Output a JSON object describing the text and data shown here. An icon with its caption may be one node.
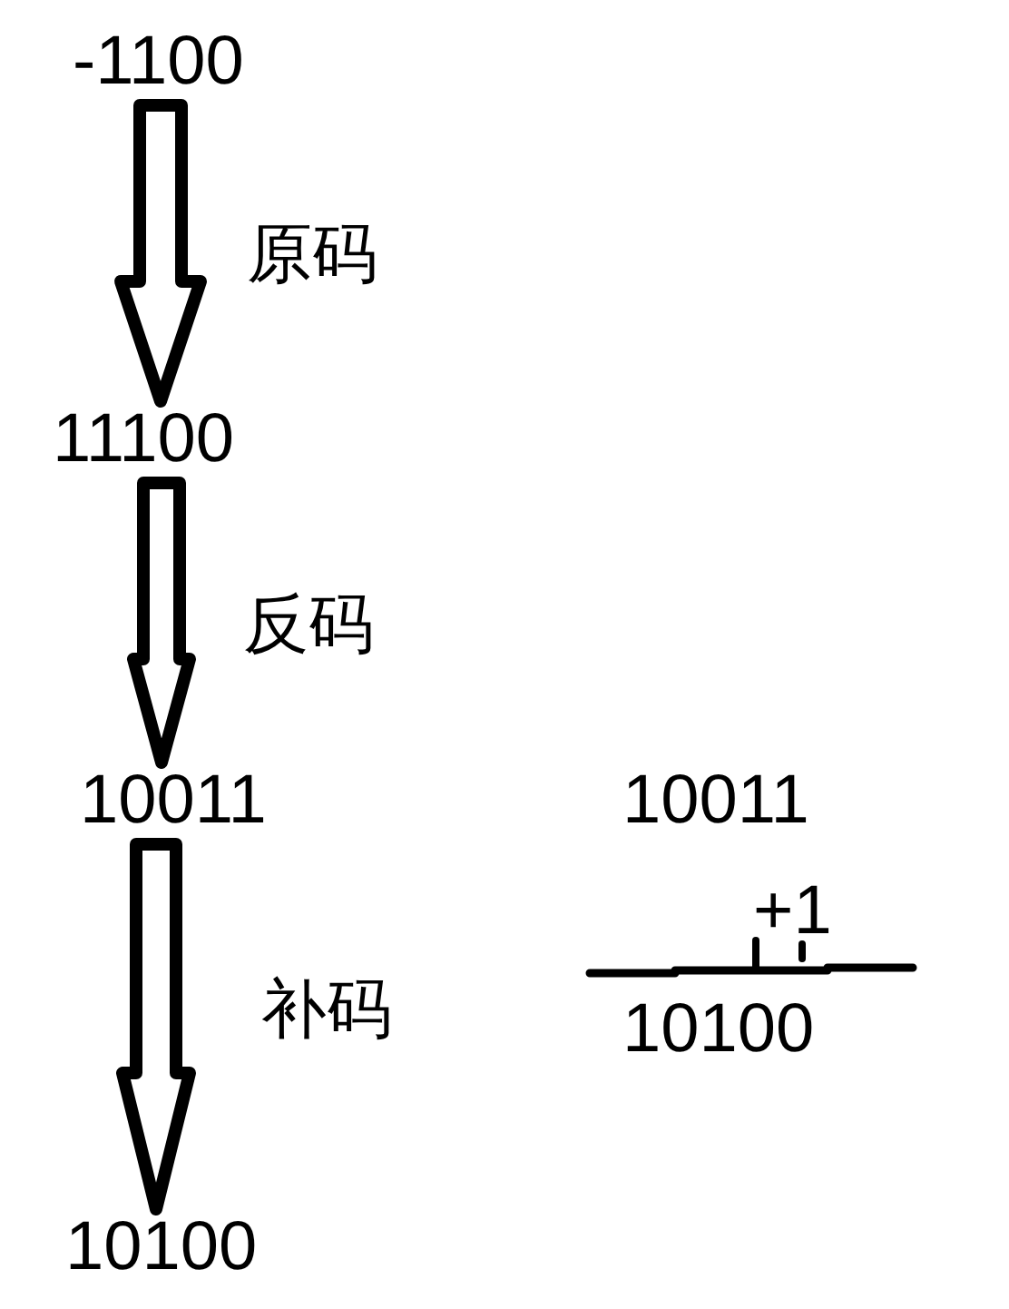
{
  "diagram": {
    "nodes": [
      {
        "text": [
          "-1100"
        ]
      },
      {
        "text": [
          "11100"
        ]
      },
      {
        "text": [
          "10011"
        ]
      },
      {
        "text": [
          "10100"
        ]
      }
    ],
    "edges": [
      {
        "from": 0,
        "to": 1,
        "arrow": "to",
        "label": "原码"
      },
      {
        "from": 1,
        "to": 2,
        "arrow": "to",
        "label": "反码"
      },
      {
        "from": 2,
        "to": 3,
        "arrow": "to",
        "label": "补码"
      }
    ],
    "labels": [
      "10011",
      "+1",
      "10100"
    ]
  }
}
